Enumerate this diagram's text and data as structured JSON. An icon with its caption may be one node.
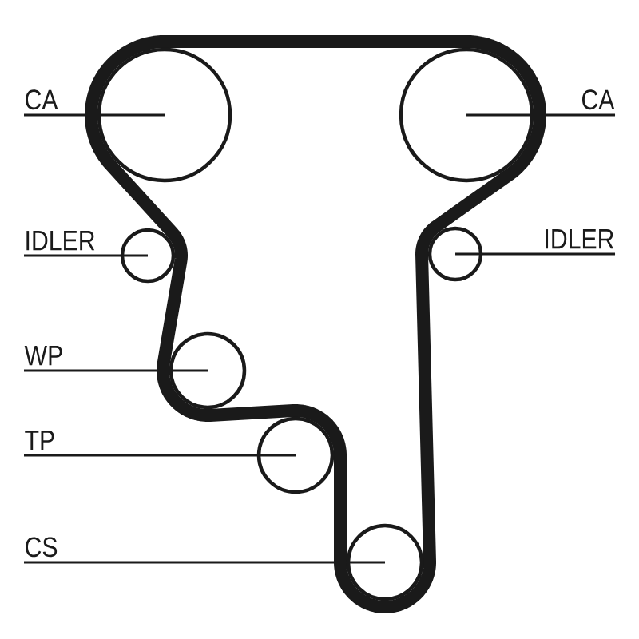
{
  "diagram": {
    "nodes": [
      {
        "text": [
          "CA"
        ]
      },
      {
        "text": [],
        "shape": "circle"
      },
      {
        "text": [],
        "shape": "circle"
      },
      {
        "text": [
          "CA"
        ]
      },
      {
        "text": [
          "IDLER"
        ]
      },
      {
        "text": [],
        "shape": "circle"
      },
      {
        "text": [],
        "shape": "circle"
      },
      {
        "text": [
          "IDLER"
        ]
      },
      {
        "text": [
          "WP"
        ]
      },
      {
        "text": [],
        "shape": "circle"
      },
      {
        "text": [
          "TP"
        ]
      },
      {
        "text": [],
        "shape": "circle"
      },
      {
        "text": [
          "CS"
        ]
      },
      {
        "text": [],
        "shape": "circle"
      }
    ],
    "edges": [
      {
        "from": 0,
        "to": 1,
        "arrow": "none"
      },
      {
        "from": 3,
        "to": 2,
        "arrow": "none"
      },
      {
        "from": 4,
        "to": 5,
        "arrow": "none"
      },
      {
        "from": 7,
        "to": 6,
        "arrow": "none"
      },
      {
        "from": 8,
        "to": 9,
        "arrow": "none"
      },
      {
        "from": 10,
        "to": 11,
        "arrow": "none"
      },
      {
        "from": 12,
        "to": 13,
        "arrow": "none"
      }
    ]
  }
}
